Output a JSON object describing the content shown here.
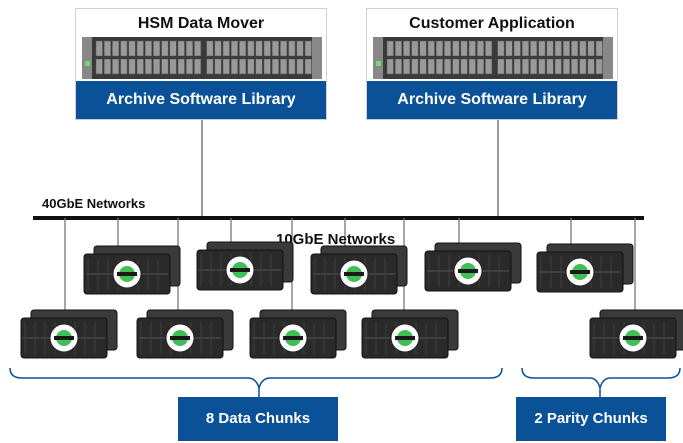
{
  "hosts": [
    {
      "title": "HSM Data Mover",
      "library": "Archive Software Library"
    },
    {
      "title": "Customer Application",
      "library": "Archive Software Library"
    }
  ],
  "networks": {
    "backbone_label": "40GbE Networks",
    "node_label": "10GbE Networks"
  },
  "groups": {
    "data_label": "8 Data Chunks",
    "parity_label": "2 Parity Chunks"
  },
  "colors": {
    "brand_blue": "#0a5197",
    "node_body": "#2a2a2a",
    "node_accent": "#3fbf55"
  },
  "icons": {
    "host_server": "rack-server-icon",
    "storage_node": "storage-server-icon"
  }
}
